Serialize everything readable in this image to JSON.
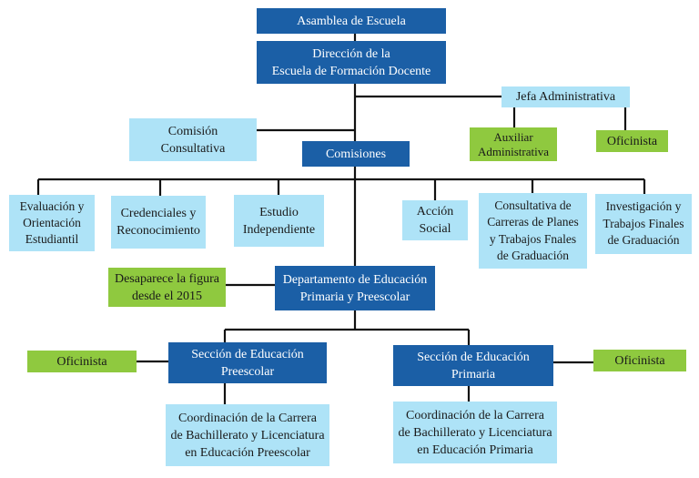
{
  "nodes": {
    "asamblea": "Asamblea de Escuela",
    "direccion": "Dirección de la\nEscuela de Formación Docente",
    "jefa": "Jefa Administrativa",
    "auxiliar": "Auxiliar\nAdministrativa",
    "oficinista_top": "Oficinista",
    "comision_consultativa": "Comisión\nConsultativa",
    "comisiones": "Comisiones",
    "evaluacion": "Evaluación y\nOrientación\nEstudiantil",
    "credenciales": "Credenciales y\nReconocimiento",
    "estudio": "Estudio\nIndependiente",
    "accion": "Acción\nSocial",
    "consultativa_carreras": "Consultativa de\nCarreras de Planes\ny Trabajos Fnales\nde Graduación",
    "investigacion": "Investigación y\nTrabajos Finales\nde Graduación",
    "desaparece": "Desaparece la figura\ndesde el 2015",
    "departamento": "Departamento de Educación\nPrimaria y Preescolar",
    "oficinista_left": "Oficinista",
    "seccion_preescolar": "Sección de Educación\nPreescolar",
    "seccion_primaria": "Sección de Educación\nPrimaria",
    "oficinista_right": "Oficinista",
    "coord_preescolar": "Coordinación de la Carrera\nde Bachillerato y Licenciatura\nen Educación Preescolar",
    "coord_primaria": "Coordinación de la Carrera\nde Bachillerato y Licenciatura\nen Educación Primaria"
  },
  "colors": {
    "dark_box": "#1b5fa6",
    "light_box": "#aee3f7",
    "green_box": "#8fc93f",
    "connector": "#111111"
  }
}
